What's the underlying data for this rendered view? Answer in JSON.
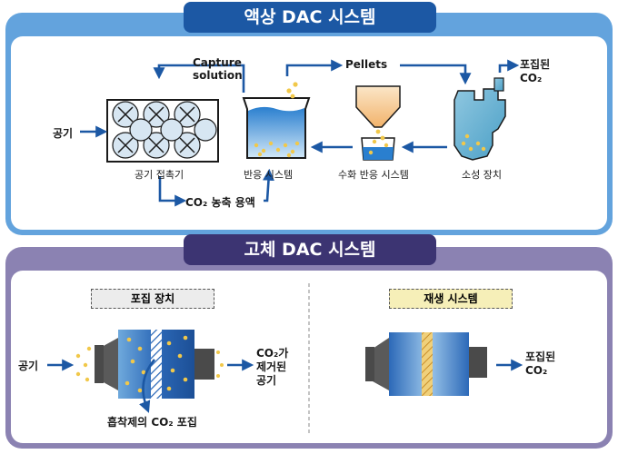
{
  "liquid": {
    "title": "액상 DAC 시스템",
    "capture_solution_line1": "Capture",
    "capture_solution_line2": "solution",
    "pellets": "Pellets",
    "captured_co2_line1": "포집된",
    "captured_co2_line2": "CO₂",
    "air_in": "공기",
    "air_contactor": "공기 접촉기",
    "reaction_system": "반응 시스템",
    "hydration_system": "수화 반응 시스템",
    "calcination": "소성 장치",
    "co2_solution": "CO₂ 농축 용액"
  },
  "solid": {
    "title": "고체 DAC 시스템",
    "capture_unit": "포집 장치",
    "regeneration_system": "재생 시스템",
    "air_in": "공기",
    "co2_removed_line1": "CO₂가",
    "co2_removed_line2": "제거된",
    "co2_removed_line3": "공기",
    "adsorbent_capture": "흡착제의 CO₂ 포집",
    "captured_co2_line1": "포집된",
    "captured_co2_line2": "CO₂"
  },
  "colors": {
    "liquid_frame": "#63a3dd",
    "liquid_tab": "#1c58a4",
    "solid_frame": "#8b82b2",
    "solid_tab": "#3c3472",
    "arrow": "#1c58a4",
    "pellet": "#f1c84a"
  }
}
